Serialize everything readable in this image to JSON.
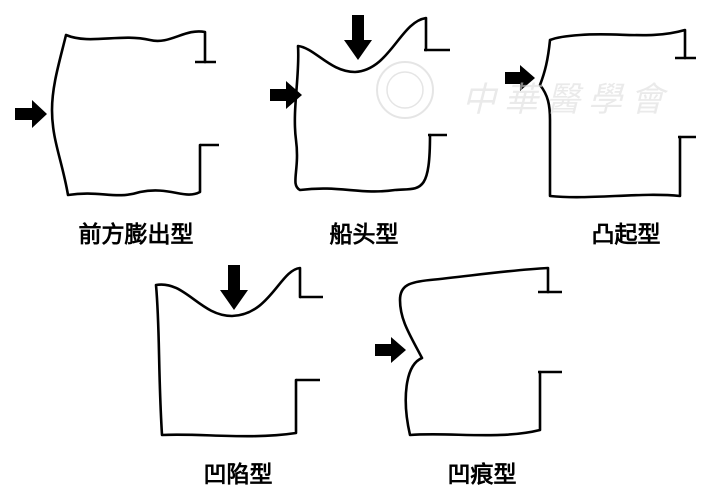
{
  "types": [
    {
      "label": "前方膨出型"
    },
    {
      "label": "船头型"
    },
    {
      "label": "凸起型"
    },
    {
      "label": "凹陷型"
    },
    {
      "label": "凹痕型"
    }
  ],
  "watermark": "中華醫學會"
}
